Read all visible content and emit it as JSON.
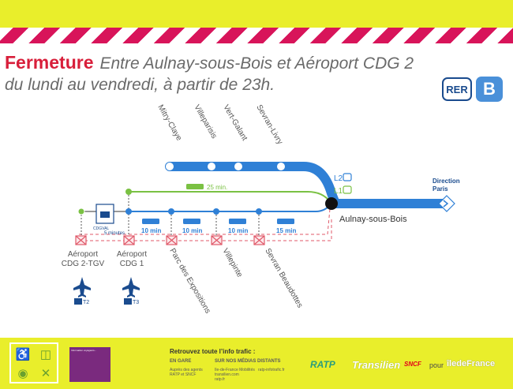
{
  "header": {
    "fermeture": "Fermeture",
    "between": "Entre Aulnay-sous-Bois et Aéroport CDG 2",
    "schedule": "du lundi au vendredi, à partir de 23h."
  },
  "badges": {
    "rer": "RER",
    "line": "B"
  },
  "map": {
    "stations_top": [
      "Mitry-Claye",
      "Villeparisis",
      "Vert-Galant",
      "Sevran-Livry"
    ],
    "stations_bottom": [
      "Parc des Expositions",
      "Villepinte",
      "Sevran Beaudottes"
    ],
    "airports": [
      "Aéroport\nCDG 2-TGV",
      "Aéroport\nCDG 1"
    ],
    "airport_terminals": [
      "T2",
      "T3"
    ],
    "hub": "Aulnay-sous-Bois",
    "direction": "Direction\nParis",
    "bus_labels": {
      "green": "25 min.",
      "cdgval": "5 minutes",
      "seg1": "10 min",
      "seg2": "10 min",
      "seg3": "10 min",
      "seg4": "15 min"
    },
    "cdgval_label": "CDGVAL",
    "bus_lines": [
      "L2",
      "L1"
    ]
  },
  "footer": {
    "info_title": "Retrouvez toute l’info trafic :",
    "en_gare_head": "EN GARE",
    "en_gare_text": "Auprès des agents\nRATP et SNCF",
    "medias_head": "SUR NOS MÉDIAS DISTANTS",
    "medias_text": "Ile-de-France Mobilités   ratp-infotrafic.fr\ntransilien.com\nratp.fr",
    "purple_text": "Information voyageurs...",
    "logos": {
      "ratp": "RATP",
      "transilien": "Transilien",
      "pour": "pour",
      "idfm": "îledeFrance"
    }
  },
  "colors": {
    "accent_red": "#d81e3a",
    "rer_blue": "#2f80d6",
    "green": "#7ac143",
    "yellow": "#e9ee2b",
    "stripe": "#d8145a"
  }
}
